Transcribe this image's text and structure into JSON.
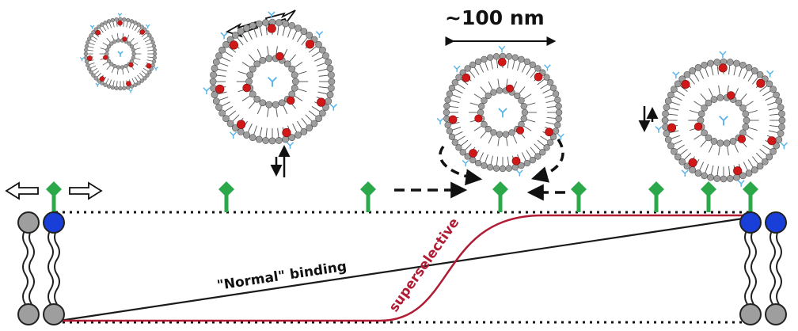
{
  "labels": {
    "scale_bar": "~100 nm",
    "normal_binding": "\"Normal\" binding",
    "superselective": "superselective"
  },
  "colors": {
    "lipid_head": "#9e9e9e",
    "lipid_outline": "#4a4a4a",
    "ligand": "#d01818",
    "receptor": "#2aa84a",
    "anchor_head": "#1a3fd8",
    "blue_probe": "#5ab4e8",
    "superselective_curve": "#b01c34",
    "normal_curve": "#1a1a1a"
  },
  "icons": [
    "liposome",
    "lipid-bilayer",
    "receptor-icon",
    "double-arrow-icon",
    "dashed-arrow-icon"
  ]
}
